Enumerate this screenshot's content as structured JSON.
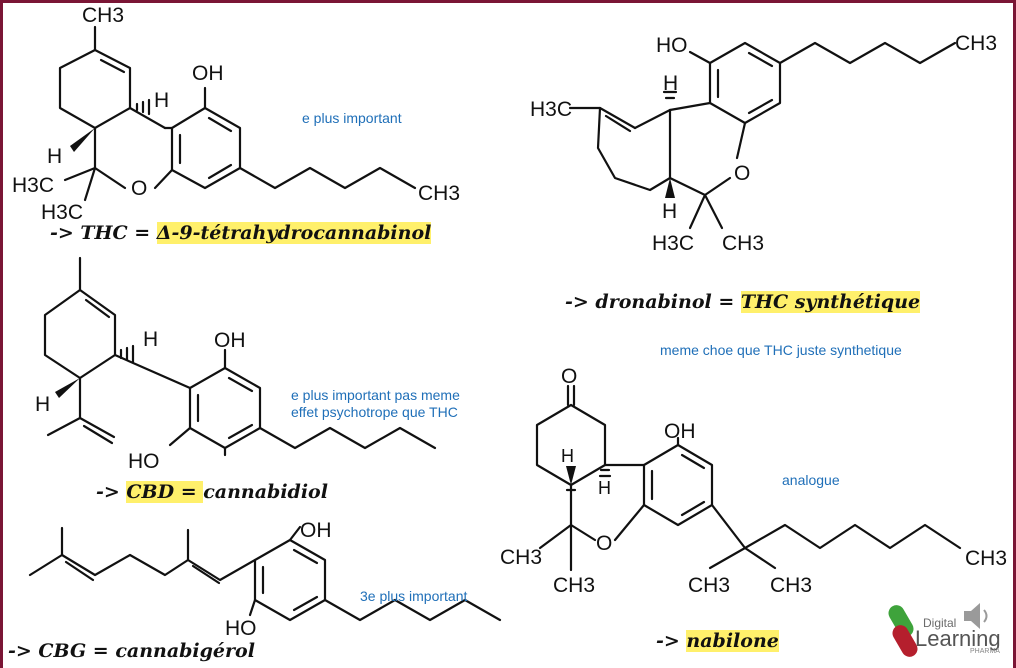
{
  "thc": {
    "caption_prefix": "-> THC = ",
    "caption_name": "Δ-9-tétrahydrocannabinol",
    "note": "e plus important",
    "labels": {
      "ch3_top": "CH3",
      "oh": "OH",
      "h1": "H",
      "h2": "H",
      "h3c_1": "H3C",
      "h3c_2": "H3C",
      "o": "O",
      "ch3_tail": "CH3"
    }
  },
  "dronabinol": {
    "caption_prefix": "->  dronabinol = ",
    "caption_name": "THC synthétique",
    "note": "meme choe que THC juste synthetique",
    "labels": {
      "ho": "HO",
      "ch3_tail": "CH3",
      "h3c_left": "H3C",
      "h1": "H",
      "h2": "H",
      "o": "O",
      "h3c_bottom": "H3C",
      "ch3_bottom": "CH3"
    }
  },
  "cbd": {
    "caption_prefix": "-> ",
    "caption_name": "CBD = ",
    "caption_suffix": "cannabidiol",
    "note_line1": "e plus important pas meme",
    "note_line2": "effet psychotrope que THC",
    "labels": {
      "h1": "H",
      "oh": "OH",
      "h2": "H",
      "ho": "HO"
    }
  },
  "nabilone": {
    "caption_prefix": "-> ",
    "caption_name": "nabilone",
    "note": "analogue",
    "labels": {
      "o_top": "O",
      "oh": "OH",
      "h1": "H",
      "h2": "H",
      "o_ring": "O",
      "ch3_1": "CH3",
      "ch3_2": "CH3",
      "ch3_3": "CH3",
      "ch3_4": "CH3",
      "ch3_tail": "CH3"
    }
  },
  "cbg": {
    "caption": "-> CBG = cannabigérol",
    "note": "3e plus important",
    "labels": {
      "oh": "OH",
      "ho": "HO"
    }
  },
  "logo": {
    "line1": "Digital",
    "line2": "Learning",
    "line3": "PHARMA"
  },
  "colors": {
    "frame": "#7a1535",
    "highlight": "#fff06b",
    "note": "#1f6fb8"
  }
}
